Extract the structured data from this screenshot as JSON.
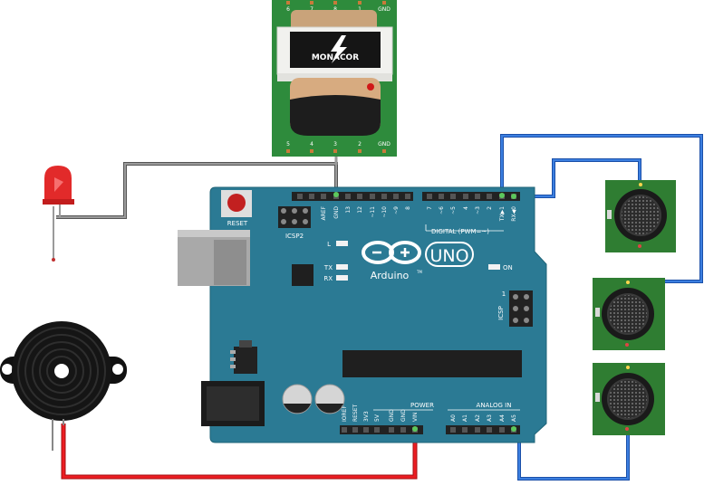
{
  "transformer": {
    "brand": "MONACOR",
    "top_pins": [
      "6",
      "7",
      "8",
      "1",
      "GND"
    ],
    "bottom_pins": [
      "5",
      "4",
      "3",
      "2",
      "GND"
    ]
  },
  "arduino": {
    "reset_label": "RESET",
    "icsp2_label": "ICSP2",
    "icsp_label": "ICSP",
    "led_l": "L",
    "led_tx": "TX",
    "led_rx": "RX",
    "led_on": "ON",
    "brand": "Arduino",
    "tm": "TM",
    "model": "UNO",
    "digital_label": "DIGITAL (PWM=~)",
    "power_label": "POWER",
    "analog_label": "ANALOG IN",
    "top_left_pins": [
      "AREF",
      "GND",
      "13",
      "12",
      "~11",
      "~10",
      "~9",
      "8"
    ],
    "top_right_pins": [
      "7",
      "~6",
      "~5",
      "4",
      "~3",
      "2",
      "TX▶1",
      "RX◀0"
    ],
    "power_pins": [
      "IOREF",
      "RESET",
      "3V3",
      "5V",
      "GND",
      "GND",
      "VIN"
    ],
    "analog_pins": [
      "A0",
      "A1",
      "A2",
      "A3",
      "A4",
      "A5"
    ],
    "icsp_num": "1"
  },
  "colors": {
    "board": "#2b7a94",
    "wire_blue": "#2f6fd0",
    "wire_red": "#e0161b",
    "wire_gray": "#8a8a8a",
    "module_green": "#2f7d32"
  }
}
